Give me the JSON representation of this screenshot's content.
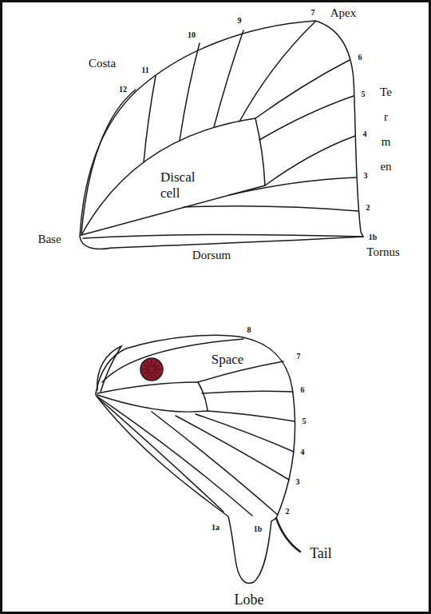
{
  "diagram": {
    "labels": [
      "Apex",
      "Costa",
      "Termen",
      "Discal cell",
      "Base",
      "Dorsum",
      "Tornus",
      "12",
      "11",
      "10",
      "9",
      "7",
      "6",
      "5",
      "4",
      "3",
      "2",
      "1b",
      "8",
      "7",
      "6",
      "5",
      "4",
      "3",
      "2",
      "1a",
      "1b",
      "Space",
      "Tail",
      "Lobe"
    ]
  }
}
